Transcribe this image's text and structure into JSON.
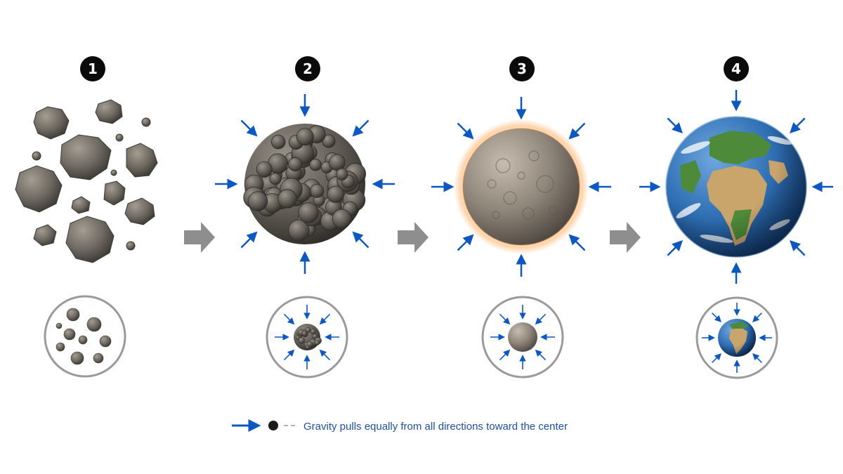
{
  "steps": [
    {
      "number": "1",
      "name": "scattered-rocks"
    },
    {
      "number": "2",
      "name": "clumped-rocks"
    },
    {
      "number": "3",
      "name": "rocky-sphere"
    },
    {
      "number": "4",
      "name": "earth-planet"
    }
  ],
  "legend": {
    "text": "Gravity pulls equally from all directions toward the center"
  },
  "colors": {
    "arrow_blue": "#0b57c4",
    "step_arrow_gray": "#8e8e8e",
    "badge_black": "#0b0b0b",
    "circle_ring": "#9a9a9a",
    "legend_text": "#1f4fa8",
    "rock": "#6f6a62",
    "rock_dark": "#3f3b35",
    "ocean": "#2f6fb3",
    "land_green": "#4d8a3a",
    "land_tan": "#c9a46b"
  },
  "icons": [
    "gravity-arrow-icon",
    "step-arrow-icon",
    "dot-icon",
    "dashed-line-icon"
  ]
}
